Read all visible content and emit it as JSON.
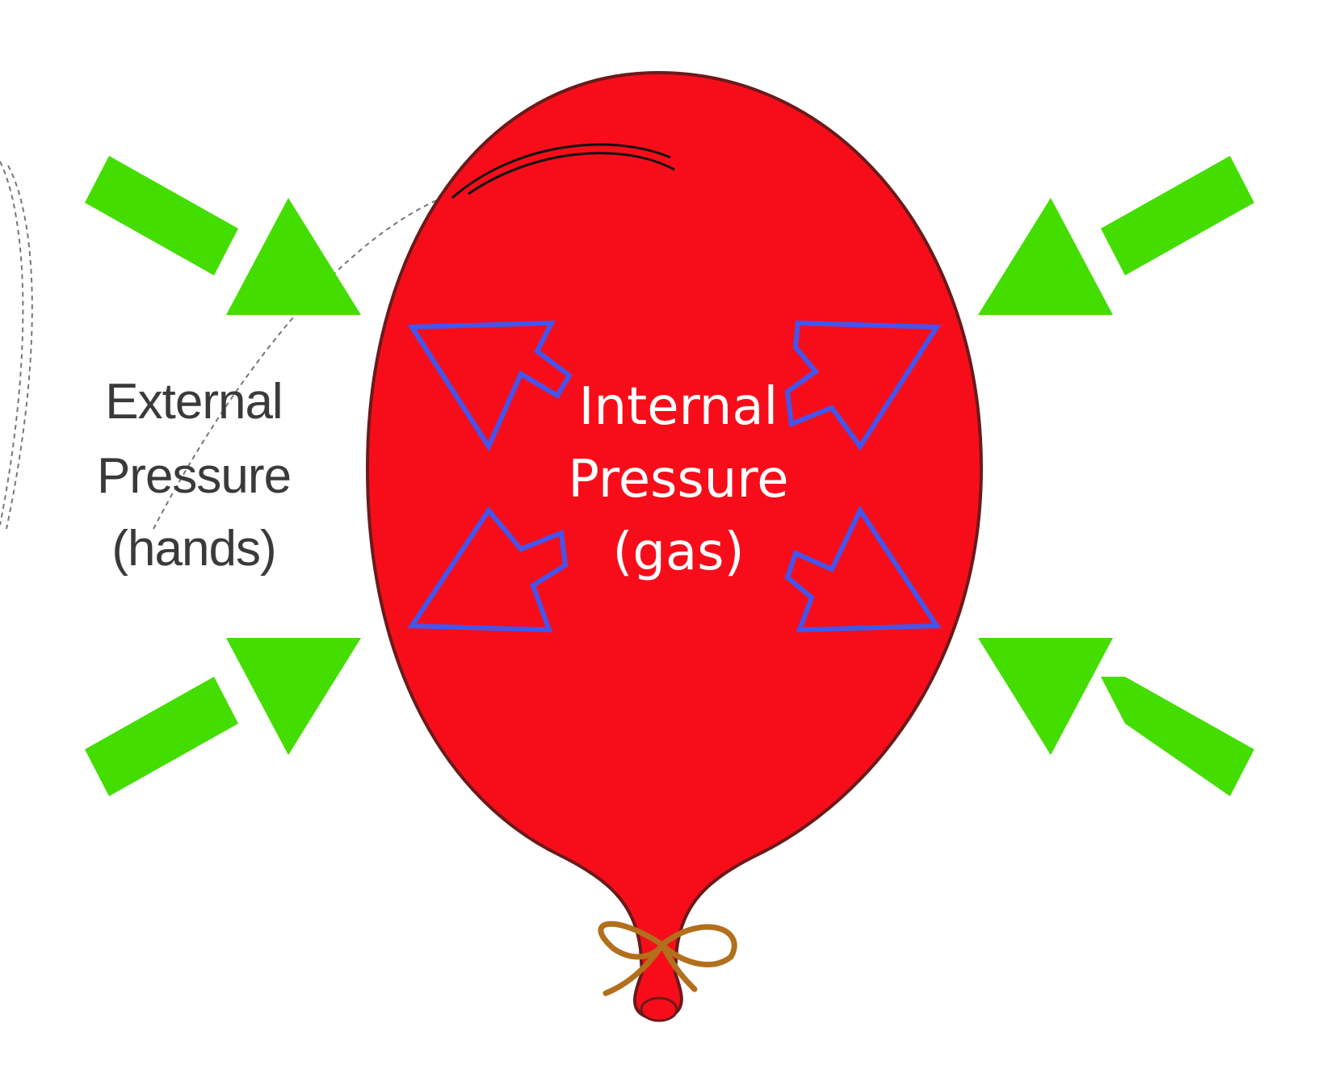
{
  "diagram": {
    "external_label": {
      "line1": "External",
      "line2": "Pressure",
      "line3": "(hands)"
    },
    "internal_label": {
      "line1": "Internal",
      "line2": "Pressure",
      "line3": "(gas)"
    },
    "colors": {
      "balloon": "#f70d1a",
      "balloon_outline": "#6b1a1a",
      "external_arrows": "#44dd00",
      "internal_arrows": "#4455ee",
      "knot_string": "#b26f1c",
      "label_text": "#3a3a3a"
    }
  }
}
